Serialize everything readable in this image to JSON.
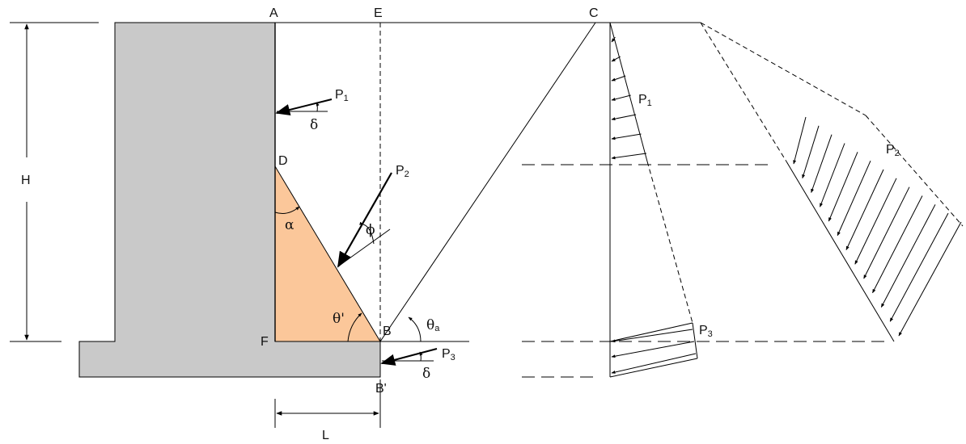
{
  "colors": {
    "wall_fill": "#c9c9c9",
    "wedge_fill": "#fbc79a",
    "line": "#000000"
  },
  "labels": {
    "A": "A",
    "E": "E",
    "C": "C",
    "D": "D",
    "F": "F",
    "B": "B",
    "B_prime": "B'",
    "H": "H",
    "L": "L",
    "P1_main": "P",
    "P1_sub": "1",
    "P1_diag_main": "P",
    "P1_diag_sub": "1",
    "P2_main": "P",
    "P2_sub": "2",
    "P2_diag_main": "P",
    "P2_diag_sub": "2",
    "P3_main": "P",
    "P3_sub": "3",
    "P3_diag_main": "P",
    "P3_diag_sub": "3",
    "delta_top": "δ",
    "delta_bottom": "δ",
    "alpha": "α",
    "phi": "ϕ",
    "theta_prime": "θ'",
    "theta_a_main": "θ",
    "theta_a_sub": "a"
  }
}
